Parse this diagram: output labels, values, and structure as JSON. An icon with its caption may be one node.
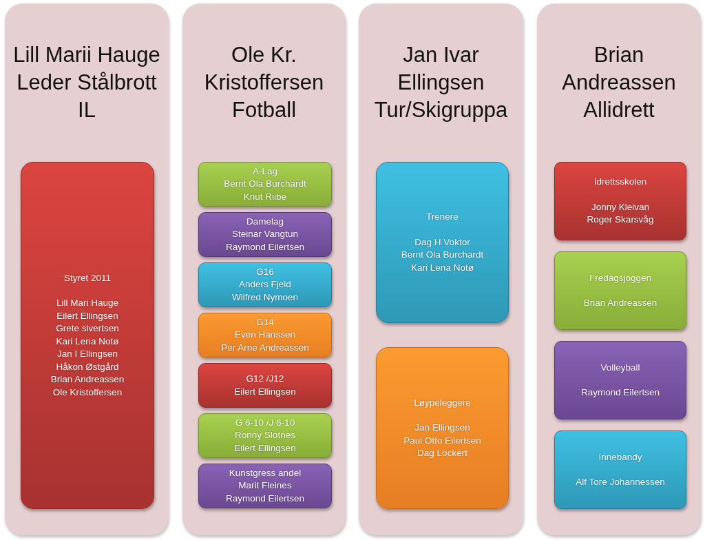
{
  "diagram": {
    "nodes": [
      {
        "text": [
          "Lill Marii Hauge",
          "Leder Stålbrott IL"
        ]
      },
      {
        "text": [
          "Styret 2011",
          "Lill Mari Hauge",
          "Eilert Ellingsen",
          "Grete sivertsen",
          "Kari Lena Notø",
          "Jan I Ellingsen",
          "Håkon Østgård",
          "Brian Andreassen",
          "Ole Kristoffersen"
        ],
        "in": 0
      },
      {
        "text": [
          "Ole Kr. Kristoffersen",
          "Fotball"
        ]
      },
      {
        "text": [
          "A-Lag",
          "Bernt Ola Burchardt",
          "Knut Riibe"
        ],
        "in": 2
      },
      {
        "text": [
          "Damelag",
          "Steinar Vangtun",
          "Raymond Eilertsen"
        ],
        "in": 2
      },
      {
        "text": [
          "G16",
          "Anders Fjeld",
          "Wilfred Nymoen"
        ],
        "in": 2
      },
      {
        "text": [
          "G14",
          "Even Hanssen",
          "Per Arne Andreassen"
        ],
        "in": 2
      },
      {
        "text": [
          "G12 /J12",
          "Eilert Ellingsen"
        ],
        "in": 2
      },
      {
        "text": [
          "G 6-10 /J 6-10",
          "Ronny Slotnes",
          "Eilert Ellingsen"
        ],
        "in": 2
      },
      {
        "text": [
          "Kunstgress andel",
          "Marit Fleines",
          "Raymond Eilertsen"
        ],
        "in": 2
      },
      {
        "text": [
          "Jan Ivar Ellingsen",
          "Tur/Skigruppa"
        ]
      },
      {
        "text": [
          "Trenere",
          "Dag H Voktor",
          "Bernt Ola Burchardt",
          "Kari Lena Notø"
        ],
        "in": 10
      },
      {
        "text": [
          "Løypeleggere",
          "Jan Ellingsen",
          "Paul Otto Eilertsen",
          "Dag Lockert"
        ],
        "in": 10
      },
      {
        "text": [
          "Brian Andreassen",
          "Allidrett"
        ]
      },
      {
        "text": [
          "Idrettsskolen",
          "Jonny Kleivan",
          "Roger Skarsvåg"
        ],
        "in": 13
      },
      {
        "text": [
          "Fredagsjoggen",
          "Brian Andreassen"
        ],
        "in": 13
      },
      {
        "text": [
          "Volleyball",
          "Raymond Eilertsen"
        ],
        "in": 13
      },
      {
        "text": [
          "Innebandy",
          "Alf Tore Johannessen"
        ],
        "in": 13
      }
    ],
    "edges": []
  }
}
